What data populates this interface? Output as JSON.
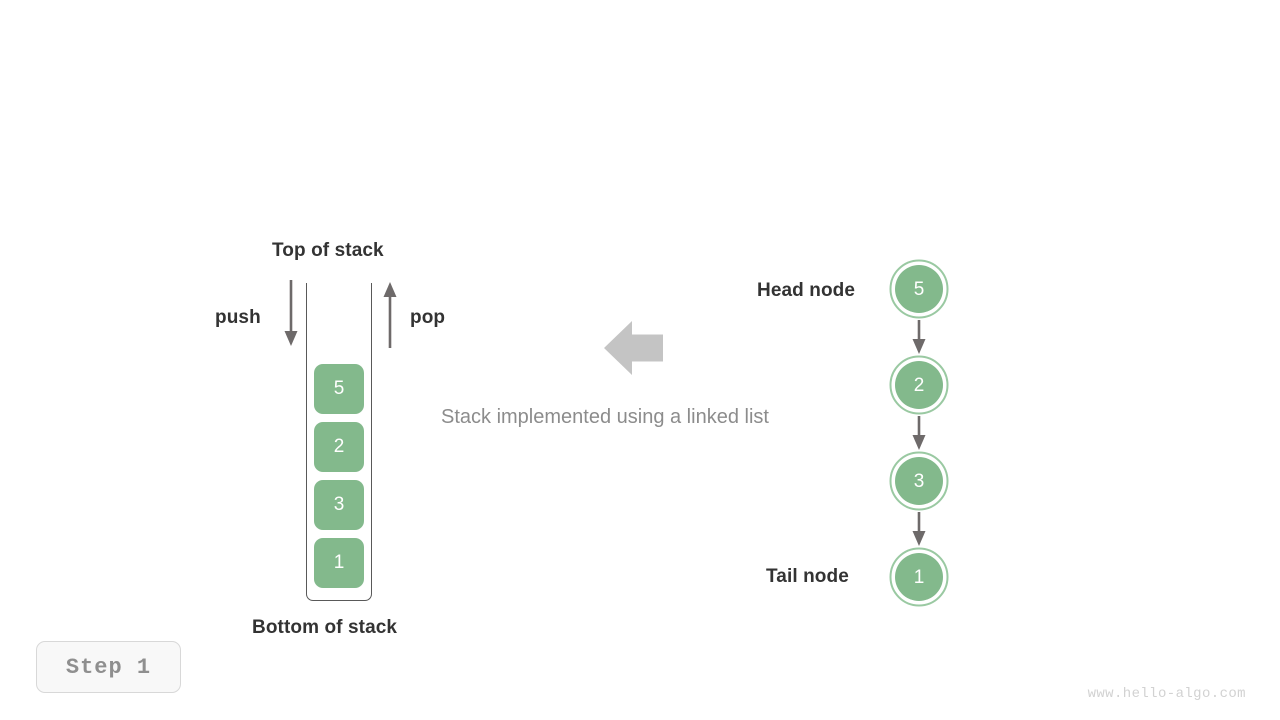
{
  "figure": {
    "caption": "Stack implemented using a linked list",
    "step_label": "Step 1",
    "watermark": "www.hello-algo.com",
    "colors": {
      "node_fill": "#83b98c",
      "node_ring": "#9ac9a2",
      "arrow_gray": "#6e6a6a",
      "block_arrow": "#c4c4c4",
      "text_dark": "#333333",
      "text_muted": "#8c8c8c",
      "container_stroke": "#595959",
      "badge_border": "#d8d8d8",
      "badge_bg": "#f8f8f8",
      "watermark": "#d2d2d2"
    }
  },
  "stack": {
    "top_label": "Top of stack",
    "bottom_label": "Bottom of stack",
    "push_label": "push",
    "pop_label": "pop",
    "items": [
      {
        "value": "5"
      },
      {
        "value": "2"
      },
      {
        "value": "3"
      },
      {
        "value": "1"
      }
    ]
  },
  "linked_list": {
    "head_label": "Head node",
    "tail_label": "Tail node",
    "nodes": [
      {
        "value": "5"
      },
      {
        "value": "2"
      },
      {
        "value": "3"
      },
      {
        "value": "1"
      }
    ]
  },
  "icons": {
    "push_arrow": "arrow-down-icon",
    "pop_arrow": "arrow-up-icon",
    "transform_arrow": "arrow-left-block-icon",
    "link_arrow": "arrow-down-icon"
  }
}
